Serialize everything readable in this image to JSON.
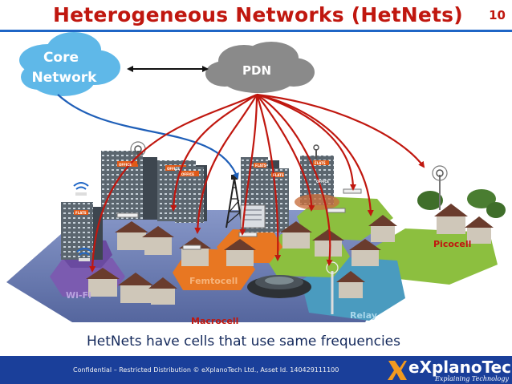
{
  "title": "Heterogeneous Networks (HetNets)",
  "slide_number": "10",
  "clouds": {
    "core": [
      "Core",
      "Network"
    ],
    "pdn": "PDN"
  },
  "cell_labels": {
    "picocell": "Picocell",
    "femtocell": "Femtocell",
    "wifi": "Wi-Fi",
    "macrocell": "Macrocell",
    "relay": "Relay"
  },
  "building_signs": [
    "OFFICE",
    "OFFICE",
    "OFFICE",
    "FLATS",
    "FLATS",
    "FLATS",
    "FLATS",
    "OFFICE"
  ],
  "caption": "HetNets have cells that use same frequencies",
  "footer": "Confidential – Restricted Distribution © eXplanoTech Ltd., Asset Id. 140429111100",
  "logo": {
    "name": "eXplanoTech",
    "tagline": "Explaining Technology"
  },
  "colors": {
    "title": "#c0170f",
    "rule": "#1f66c6",
    "core_cloud": "#5fb8e8",
    "pdn_cloud": "#8a8a8a",
    "arrow_red": "#c0170f",
    "arrow_blue": "#1f5fb8",
    "macro_cell": "#6e7fb5",
    "femto_cell": "#e87722",
    "wifi_cell": "#7b5bb0",
    "pico_cell": "#8cbf3f",
    "relay_cell": "#4a9bbf",
    "footer_bar": "#1a3f9a"
  },
  "icons": [
    "cloud-icon",
    "double-arrow-icon",
    "antenna-icon",
    "wifi-icon",
    "office-building-icon",
    "house-icon",
    "tower-icon",
    "base-station-icon",
    "stadium-icon"
  ]
}
